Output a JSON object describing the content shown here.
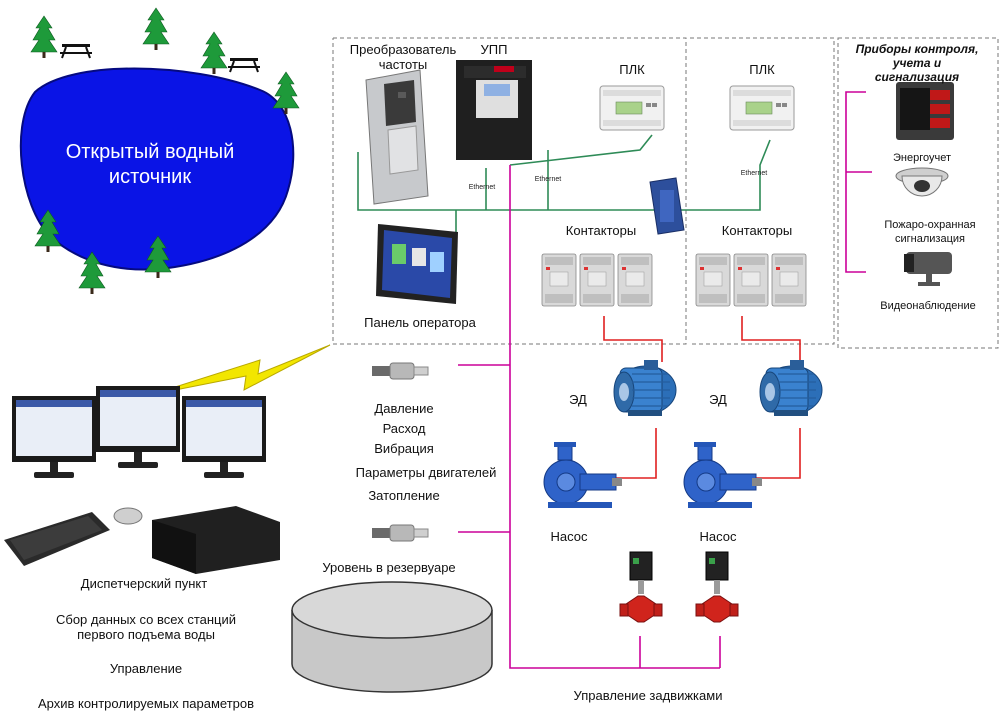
{
  "water_source": {
    "label_line1": "Открытый водный",
    "label_line2": "источник"
  },
  "station": {
    "freq_converter_line1": "Преобразователь",
    "freq_converter_line2": "частоты",
    "soft_starter": "УПП",
    "plc_1": "ПЛК",
    "plc_2": "ПЛК",
    "ethernet_1": "Ethernet",
    "ethernet_2": "Ethernet",
    "ethernet_3": "Ethernet",
    "contactors_1": "Контакторы",
    "contactors_2": "Контакторы",
    "operator_panel": "Панель оператора"
  },
  "monitoring": {
    "title_line1": "Приборы контроля,",
    "title_line2": "учета и",
    "title_line3": "сигнализация",
    "energy": "Энергоучет",
    "fire_line1": "Пожаро-охранная",
    "fire_line2": "сигнализация",
    "video": "Видеонаблюдение"
  },
  "sensors": {
    "pressure": "Давление",
    "flow": "Расход",
    "vibration": "Вибрация",
    "motor_params": "Параметры двигателей",
    "flooding": "Затопление",
    "tank_level": "Уровень в резервуаре"
  },
  "motors": {
    "label_1": "ЭД",
    "label_2": "ЭД"
  },
  "pumps": {
    "label_1": "Насос",
    "label_2": "Насос"
  },
  "valves": {
    "label": "Управление задвижками"
  },
  "dispatch": {
    "title": "Диспетчерский пункт",
    "collect_line1": "Сбор данных со всех станций",
    "collect_line2": "первого подъема воды",
    "control": "Управление",
    "archive": "Архив контролируемых параметров"
  },
  "colors": {
    "lake": "#0a14e6",
    "tree": "#1e9a3a",
    "ethernet_line": "#2e8b57",
    "signal_line": "#cc0099",
    "power_line": "#e02020",
    "motor": "#2c6fb8",
    "pump": "#2f63c9",
    "wireless": "#f2e600"
  }
}
